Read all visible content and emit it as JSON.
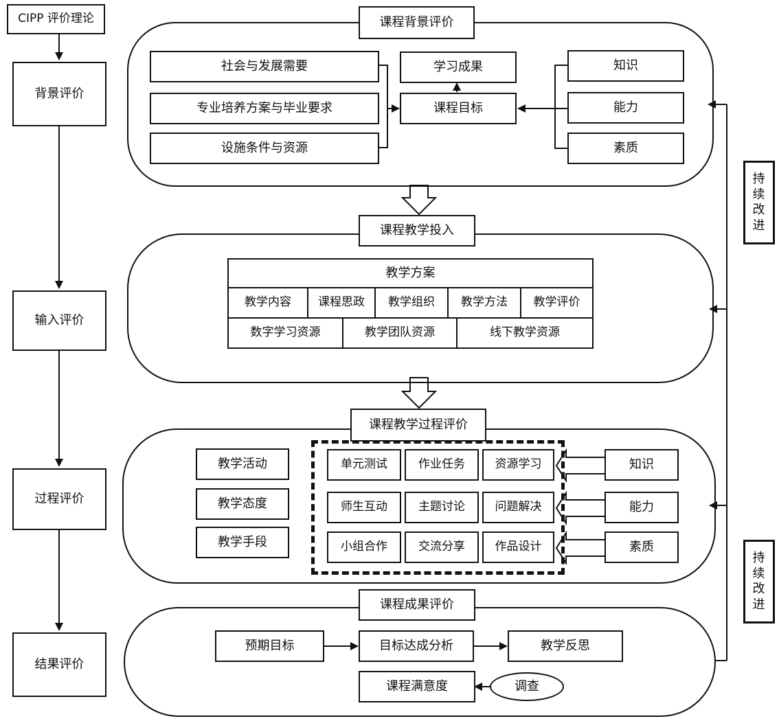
{
  "stages": {
    "title": "CIPP 评价理论",
    "context": "背景评价",
    "input": "输入评价",
    "process": "过程评价",
    "product": "结果评价"
  },
  "context_section": {
    "header": "课程背景评价",
    "sources": [
      "社会与发展需要",
      "专业培养方案与毕业要求",
      "设施条件与资源"
    ],
    "outcome": "学习成果",
    "objective": "课程目标",
    "dimensions": [
      "知识",
      "能力",
      "素质"
    ]
  },
  "input_section": {
    "header": "课程教学投入",
    "plan_title": "教学方案",
    "plan_items": [
      "教学内容",
      "课程思政",
      "教学组织",
      "教学方法",
      "教学评价"
    ],
    "resources": [
      "数字学习资源",
      "教学团队资源",
      "线下教学资源"
    ]
  },
  "process_section": {
    "header": "课程教学过程评价",
    "left_items": [
      "教学活动",
      "教学态度",
      "教学手段"
    ],
    "grid": [
      [
        "单元测试",
        "作业任务",
        "资源学习"
      ],
      [
        "师生互动",
        "主题讨论",
        "问题解决"
      ],
      [
        "小组合作",
        "交流分享",
        "作品设计"
      ]
    ],
    "dimensions": [
      "知识",
      "能力",
      "素质"
    ]
  },
  "product_section": {
    "header": "课程成果评价",
    "expected": "预期目标",
    "analysis": "目标达成分析",
    "reflection": "教学反思",
    "satisfaction": "课程满意度",
    "survey": "调查"
  },
  "feedback": {
    "label_top": "持续改进",
    "label_bottom": "持续改进"
  }
}
